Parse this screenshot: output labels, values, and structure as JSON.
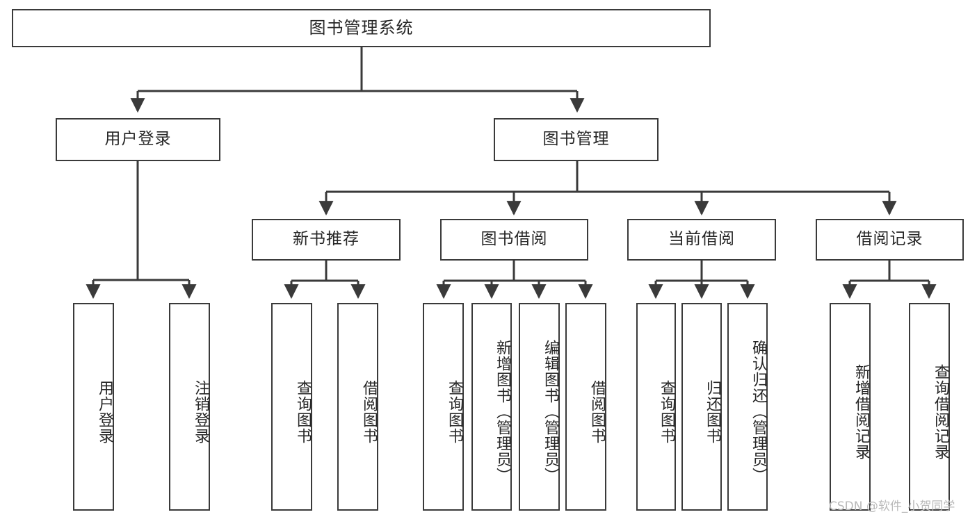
{
  "diagram": {
    "title": "图书管理系统",
    "type": "tree-hierarchy-diagram",
    "colors": {
      "box_border": "#3a3a3a",
      "box_fill": "#ffffff",
      "connector": "#3a3a3a",
      "text": "#262626",
      "watermark": "#b9b9b9",
      "background": "#ffffff"
    },
    "root": {
      "label": "图书管理系统"
    },
    "level2": [
      {
        "key": "user-login",
        "label": "用户登录"
      },
      {
        "key": "book-management",
        "label": "图书管理"
      }
    ],
    "level3": [
      {
        "key": "new-book-recommend",
        "label": "新书推荐"
      },
      {
        "key": "book-borrow",
        "label": "图书借阅"
      },
      {
        "key": "current-borrow",
        "label": "当前借阅"
      },
      {
        "key": "borrow-record",
        "label": "借阅记录"
      }
    ],
    "leaves": {
      "user_login": [
        {
          "key": "leaf-user-login",
          "label": "用户登录"
        },
        {
          "key": "leaf-logout-login",
          "label": "注销登录"
        }
      ],
      "new_book_recommend": [
        {
          "key": "leaf-query-book-1",
          "label": "查询图书"
        },
        {
          "key": "leaf-borrow-book-1",
          "label": "借阅图书"
        }
      ],
      "book_borrow": [
        {
          "key": "leaf-query-book-2",
          "label": "查询图书"
        },
        {
          "key": "leaf-add-book-admin",
          "label": "新增图书（管理员）"
        },
        {
          "key": "leaf-edit-book-admin",
          "label": "编辑图书（管理员）"
        },
        {
          "key": "leaf-borrow-book-2",
          "label": "借阅图书"
        }
      ],
      "current_borrow": [
        {
          "key": "leaf-query-book-3",
          "label": "查询图书"
        },
        {
          "key": "leaf-return-book",
          "label": "归还图书"
        },
        {
          "key": "leaf-confirm-return-admin",
          "label": "确认归还（管理员）"
        }
      ],
      "borrow_record": [
        {
          "key": "leaf-add-borrow-record",
          "label": "新增借阅记录"
        },
        {
          "key": "leaf-query-borrow-record",
          "label": "查询借阅记录"
        }
      ]
    },
    "watermark": "CSDN @软件_小贺同学"
  }
}
